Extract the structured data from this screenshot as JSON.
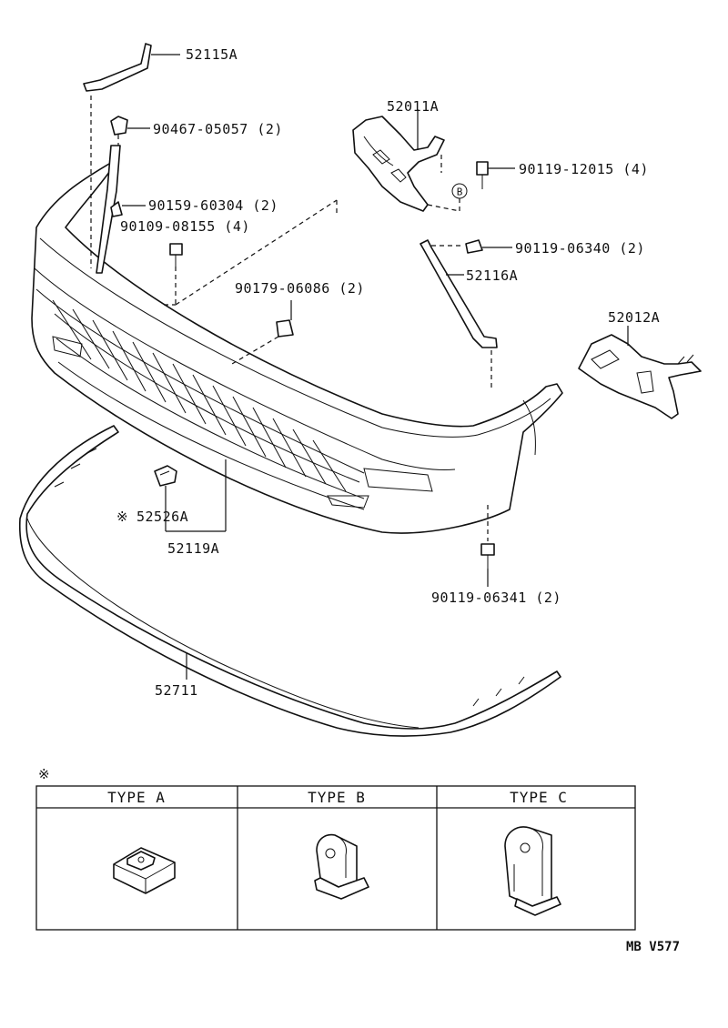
{
  "parts": {
    "p52115A": "52115A",
    "p90467": "90467-05057 (2)",
    "p52011A": "52011A",
    "p90119_12015": "90119-12015 (4)",
    "p90159": "90159-60304 (2)",
    "p90109": "90109-08155 (4)",
    "p90119_06340": "90119-06340 (2)",
    "p52116A": "52116A",
    "p90179": "90179-06086 (2)",
    "p52012A": "52012A",
    "p52526A": "52526A",
    "p52119A": "52119A",
    "p90119_06341": "90119-06341 (2)",
    "p52711": "52711"
  },
  "marks": {
    "reference_mark": "※",
    "circle_b": "B"
  },
  "types_table": {
    "note_mark": "※",
    "headers": [
      "TYPE A",
      "TYPE B",
      "TYPE C"
    ]
  },
  "diagram_code": "MB V577"
}
